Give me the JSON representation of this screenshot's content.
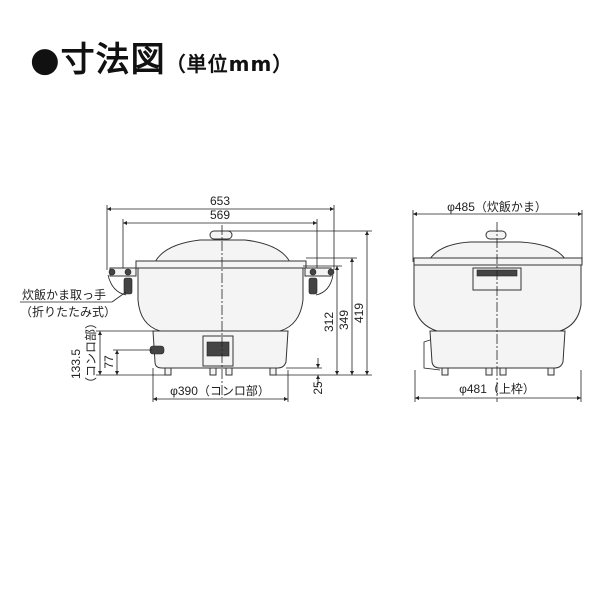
{
  "title": {
    "bullet": "●",
    "main": "寸法図",
    "unit": "（単位mm）"
  },
  "front_view": {
    "width_overall": "653",
    "width_handles": "569",
    "height_total": "419",
    "height_rim": "349",
    "height_body": "312",
    "foot_height": "25",
    "burner_diameter": "φ390（コンロ部）",
    "burner_height": "133.5",
    "burner_height_note": "（コンロ部）",
    "knob_height": "77",
    "handle_label_line1": "炊飯かま取っ手",
    "handle_label_line2": "（折りたたみ式）"
  },
  "side_view": {
    "pot_diameter": "φ485（炊飯かま）",
    "frame_diameter": "φ481（上枠）"
  }
}
